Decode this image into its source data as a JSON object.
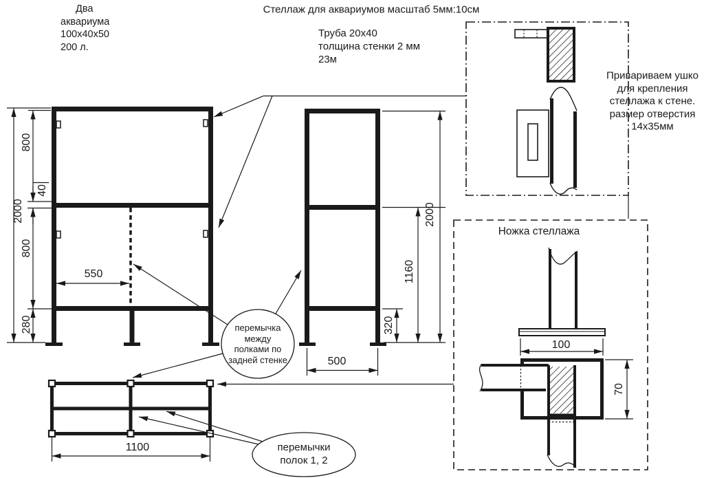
{
  "title": "Стеллаж для аквариумов масштаб 5мм:10см",
  "notes": {
    "aquariums": {
      "l1": "Два",
      "l2": "аквариума",
      "l3": "100х40х50",
      "l4": "200 л."
    },
    "tube": {
      "l1": "Труба 20х40",
      "l2": "толщина стенки 2 мм",
      "l3": "23м"
    },
    "lug": {
      "l1": "Привариваем ушко",
      "l2": "для крепления",
      "l3": "стеллажа к стене.",
      "l4": "размер отверстия",
      "l5": "14х35мм"
    }
  },
  "callouts": {
    "back_brace": {
      "l1": "перемычка",
      "l2": "между",
      "l3": "полками по",
      "l4": "задней стенке"
    },
    "shelf_braces": {
      "l1": "перемычки",
      "l2": "полок 1, 2"
    }
  },
  "details": {
    "leg_title": "Ножка стеллажа"
  },
  "dims": {
    "front_total": "2000",
    "front_upper": "800",
    "front_tube": "40",
    "front_lower": "800",
    "front_leg": "280",
    "front_brace": "550",
    "side_total": "2000",
    "side_mid": "1160",
    "side_bottom": "320",
    "side_depth": "500",
    "plan_width": "1100",
    "leg_flange": "100",
    "leg_sleeve": "70"
  },
  "colors": {
    "ink": "#1a1a1a",
    "paper": "#ffffff"
  }
}
